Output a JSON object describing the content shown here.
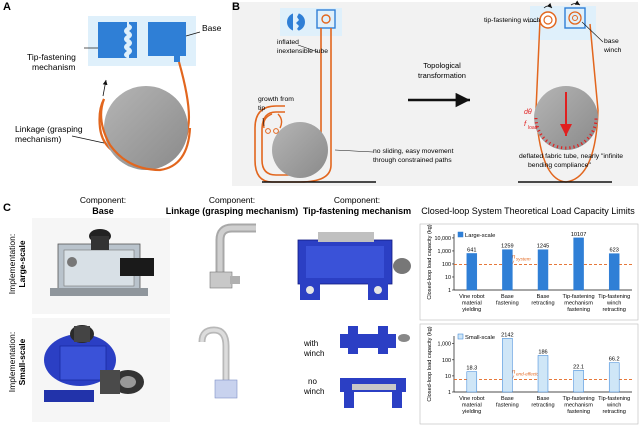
{
  "colors": {
    "orange": "#e2661e",
    "blue": "#2f7fd6",
    "dark_blue": "#2b3fc4",
    "light_blue": "#cfe6f7",
    "gray": "#9a9a9a",
    "panel_bg": "#f2f2f2",
    "red": "#e02020"
  },
  "panel_a": {
    "letter": "A",
    "base": "Base",
    "tip_line1": "Tip-fastening",
    "tip_line2": "mechanism",
    "linkage_line1": "Linkage (grasping",
    "linkage_line2": "mechanism)"
  },
  "panel_b": {
    "letter": "B",
    "inflated_line1": "inflated",
    "inflated_line2": "inextensible tube",
    "growth_line1": "growth from",
    "growth_line2": "tip",
    "nosliding_line1": "no sliding, easy movement",
    "nosliding_line2": "through constrained paths",
    "topo_line1": "Topological",
    "topo_line2": "transformation",
    "tipwinch": "tip-fastening winch",
    "basewinch_line1": "base",
    "basewinch_line2": "winch",
    "theta": "dθ",
    "fload": "f",
    "fload_sub": "load",
    "deflated_line1": "deflated fabric tube, nearly \"infinite",
    "deflated_line2": "bending compliance\""
  },
  "panel_c": {
    "letter": "C",
    "comp_word": "Component:",
    "base": "Base",
    "linkage": "Linkage (grasping mechanism)",
    "tip": "Tip-fastening mechanism",
    "closed_loop": "Closed-loop System Theoretical Load Capacity Limits",
    "impl": "Implementation:",
    "large": "Large-scale",
    "small": "Small-scale",
    "with_winch_1": "with",
    "with_winch_2": "winch",
    "no_winch_1": "no",
    "no_winch_2": "winch"
  },
  "chart_data": [
    {
      "type": "bar",
      "legend": "Large-scale",
      "legend_position": "top-left",
      "ylabel": "Closed-loop load capacity (kg)",
      "scale": "log",
      "yticks": [
        "1",
        "10",
        "100",
        "1,000",
        "10,000"
      ],
      "ylim": [
        1,
        20000
      ],
      "categories": [
        [
          "Vine robot",
          "material",
          "yielding"
        ],
        [
          "Base",
          "fastening"
        ],
        [
          "Base",
          "retracting"
        ],
        [
          "Tip-fastening",
          "mechanism",
          "fastening"
        ],
        [
          "Tip-fastening",
          "winch",
          "retracting"
        ]
      ],
      "values": [
        641,
        1259,
        1245,
        10107,
        623
      ],
      "value_labels": [
        "641",
        "1259",
        "1245",
        "10107",
        "623"
      ],
      "ref_line": {
        "value": 90,
        "label": "m",
        "label_sub": "system"
      },
      "bar_color": "#2f7fd6"
    },
    {
      "type": "bar",
      "legend": "Small-scale",
      "legend_position": "top-left",
      "ylabel": "Closed-loop load capacity (kg)",
      "scale": "log",
      "yticks": [
        "1",
        "10",
        "100",
        "1,000"
      ],
      "ylim": [
        1,
        3000
      ],
      "categories": [
        [
          "Vine robot",
          "material",
          "yielding"
        ],
        [
          "Base",
          "fastening"
        ],
        [
          "Base",
          "retracting"
        ],
        [
          "Tip-fastening",
          "mechanism",
          "fastening"
        ],
        [
          "Tip-fastening",
          "winch",
          "retracting"
        ]
      ],
      "values": [
        18.3,
        2142,
        186,
        22.1,
        66.2
      ],
      "value_labels": [
        "18.3",
        "2142",
        "186",
        "22.1",
        "66.2"
      ],
      "ref_line": {
        "value": 6,
        "label": "m",
        "label_sub": "end-effector"
      },
      "bar_color": "#cfe6f7"
    }
  ]
}
